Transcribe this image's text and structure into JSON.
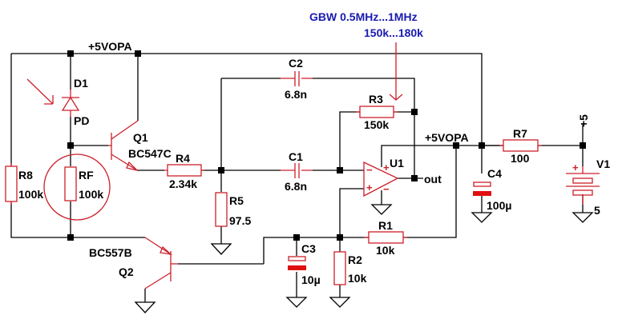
{
  "schematic": {
    "annotation": {
      "line1": "GBW 0.5MHz...1MHz",
      "line2": "150k...180k"
    },
    "net_labels": {
      "rail_top": "+5VOPA",
      "rail_mid": "+5VOPA",
      "supply": "+5",
      "output": "out"
    },
    "components": {
      "D1": {
        "ref": "D1",
        "value": "PD"
      },
      "Q1": {
        "ref": "Q1",
        "value": "BC547C"
      },
      "Q2": {
        "ref": "Q2",
        "value": "BC557B"
      },
      "R8": {
        "ref": "R8",
        "value": "100k"
      },
      "RF": {
        "ref": "RF",
        "value": "100k"
      },
      "R4": {
        "ref": "R4",
        "value": "2.34k"
      },
      "R5": {
        "ref": "R5",
        "value": "97.5"
      },
      "C2": {
        "ref": "C2",
        "value": "6.8n"
      },
      "C1": {
        "ref": "C1",
        "value": "6.8n"
      },
      "R3": {
        "ref": "R3",
        "value": "150k"
      },
      "U1": {
        "ref": "U1"
      },
      "R1": {
        "ref": "R1",
        "value": "10k"
      },
      "R2": {
        "ref": "R2",
        "value": "10k"
      },
      "C3": {
        "ref": "C3",
        "value": "10µ"
      },
      "C4": {
        "ref": "C4",
        "value": "100µ"
      },
      "R7": {
        "ref": "R7",
        "value": "100"
      },
      "V1": {
        "ref": "V1",
        "value": "5"
      }
    },
    "opamp_pins": {
      "plus": "+",
      "minus": "−"
    }
  }
}
